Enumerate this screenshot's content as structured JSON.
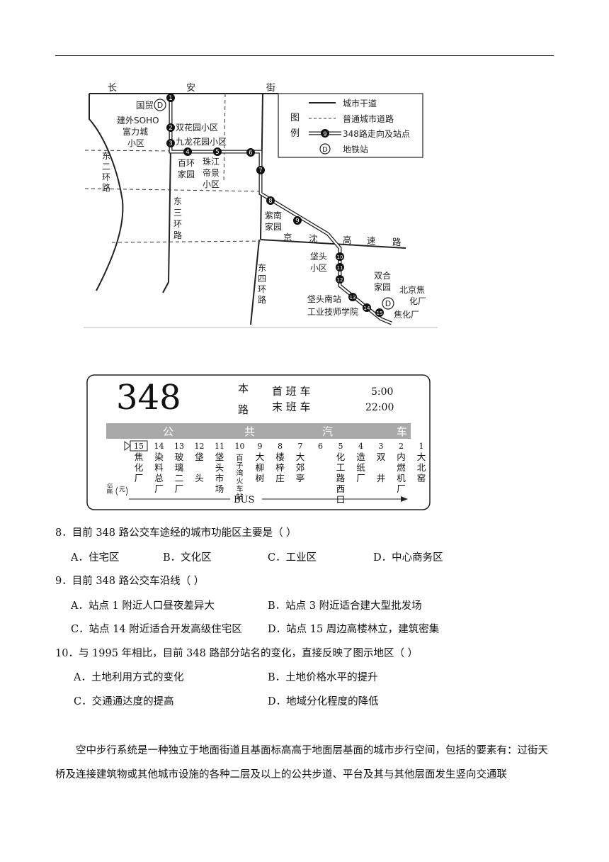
{
  "map": {
    "street_chars": [
      "长",
      "安",
      "街"
    ],
    "labels": {
      "guomao": "国贸",
      "jianwai": [
        "建外SOHO",
        "富力城",
        "小区"
      ],
      "shuanghuayuan": "双花园小区",
      "jiulong": "九龙花园小区",
      "baihuan": [
        "百环",
        "家园"
      ],
      "zhujiang": [
        "珠江",
        "帝景",
        "小区"
      ],
      "east2": [
        "东",
        "二",
        "环",
        "路"
      ],
      "east3": [
        "东",
        "三",
        "环",
        "路"
      ],
      "east4": [
        "东",
        "四",
        "环",
        "路"
      ],
      "zinan": [
        "紫南",
        "家园"
      ],
      "jingshen": [
        "京",
        "沈",
        "高",
        "速",
        "路"
      ],
      "putou": [
        "垡头",
        "小区"
      ],
      "shuanghe": [
        "双合",
        "家园"
      ],
      "jiaohua_factory": [
        "北京焦",
        "化厂"
      ],
      "putou_south": "垡头南站",
      "technician": "工业技师学院",
      "jiaohuachang": "焦化厂"
    },
    "metro_symbol": "D",
    "stations": [
      "1",
      "2",
      "3",
      "4",
      "5",
      "6",
      "7",
      "8",
      "9",
      "10",
      "11",
      "12",
      "13",
      "14",
      "15"
    ],
    "legend": {
      "title_chars": [
        "图",
        "例"
      ],
      "items": [
        "城市干道",
        "普通城市道路",
        "348路走向及站点",
        "地铁站"
      ],
      "sample_stop": "9"
    }
  },
  "sign": {
    "number": "348",
    "route_chars": [
      "本",
      "路"
    ],
    "first_label": "首 班 车",
    "last_label": "末 班 车",
    "first_time": "5:00",
    "last_time": "22:00",
    "band_chars": [
      "公",
      "共",
      "汽",
      "车"
    ],
    "stops": [
      {
        "n": "15",
        "name": "焦化厂"
      },
      {
        "n": "14",
        "name": "染料总厂"
      },
      {
        "n": "13",
        "name": "玻璃二厂"
      },
      {
        "n": "12",
        "name": "垡头"
      },
      {
        "n": "11",
        "name": "垡头市场"
      },
      {
        "n": "10",
        "name": "百子湾火车站"
      },
      {
        "n": "9",
        "name": "大柳树"
      },
      {
        "n": "8",
        "name": "楼梓庄"
      },
      {
        "n": "7",
        "name": "大郊亭"
      },
      {
        "n": "6",
        "name": ""
      },
      {
        "n": "5",
        "name": "化工路西口"
      },
      {
        "n": "4",
        "name": "造纸厂"
      },
      {
        "n": "3",
        "name": "双井"
      },
      {
        "n": "2",
        "name": "内燃机厂"
      },
      {
        "n": "1",
        "name": "大北窑"
      }
    ],
    "fare_label": "票价",
    "fare_unit": "元",
    "bus_label": "BUS"
  },
  "questions": [
    {
      "stem": "8．目前 348 路公交车途经的城市功能区主要是（    ）",
      "options": [
        "A．住宅区",
        "B．文化区",
        "C．工业区",
        "D．中心商务区"
      ]
    },
    {
      "stem": "9．目前 348 路公交车沿线（    ）",
      "options": [
        "A．站点 1 附近人口昼夜差异大",
        "B．站点 3 附近适合建大型批发场",
        "C．站点 14 附近适合开发高级住宅区",
        "D．站点 15 周边高楼林立，建筑密集"
      ]
    },
    {
      "stem": "10．与 1995 年相比，目前 348 路部分站名的变化，直接反映了图示地区（    ）",
      "options": [
        "A．土地利用方式的变化",
        "B．土地价格水平的提升",
        "C．交通通达度的提高",
        "D．地域分化程度的降低"
      ]
    }
  ],
  "paragraph": "空中步行系统是一种独立于地面街道且基面标高高于地面层基面的城市步行空间，包括的要素有：过街天桥及连接建筑物或其他城市设施的各种二层及以上的公共步道、平台及其与其他层面发生竖向交通联"
}
